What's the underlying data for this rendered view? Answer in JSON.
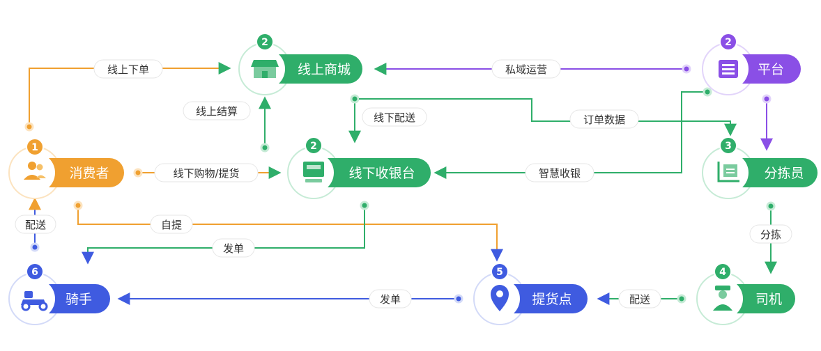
{
  "colors": {
    "orange": "#F0A030",
    "green": "#2FAE6A",
    "purple": "#8A4FE6",
    "blue": "#3F5BE0"
  },
  "nodes": {
    "consumer": {
      "label": "消费者",
      "step": "1",
      "icon": "user-group-icon",
      "color": "#F0A030"
    },
    "online_mall": {
      "label": "线上商城",
      "step": "2",
      "icon": "store-icon",
      "color": "#2FAE6A"
    },
    "offline_pos": {
      "label": "线下收银台",
      "step": "2",
      "icon": "cash-register-icon",
      "color": "#2FAE6A"
    },
    "platform": {
      "label": "平台",
      "step": "2",
      "icon": "list-icon",
      "color": "#8A4FE6"
    },
    "sorter": {
      "label": "分拣员",
      "step": "3",
      "icon": "cart-icon",
      "color": "#2FAE6A"
    },
    "driver": {
      "label": "司机",
      "step": "4",
      "icon": "driver-icon",
      "color": "#2FAE6A"
    },
    "pickup_point": {
      "label": "提货点",
      "step": "5",
      "icon": "location-pin-icon",
      "color": "#3F5BE0"
    },
    "rider": {
      "label": "骑手",
      "step": "6",
      "icon": "scooter-icon",
      "color": "#3F5BE0"
    }
  },
  "edges": {
    "online_order": "线上下单",
    "online_checkout": "线上结算",
    "offline_delivery": "线下配送",
    "private_ops": "私域运营",
    "order_data": "订单数据",
    "offline_purchase": "线下购物/提货",
    "smart_checkout": "智慧收银",
    "delivery_left": "配送",
    "self_pickup": "自提",
    "dispatch_mid": "发单",
    "sorting": "分拣",
    "dispatch_bottom": "发单",
    "delivery_bottom": "配送"
  }
}
